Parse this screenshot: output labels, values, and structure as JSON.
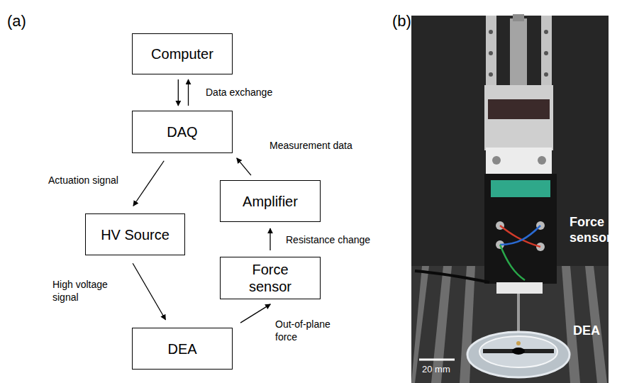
{
  "diagram": {
    "nodes": [
      {
        "text": [
          "Computer"
        ]
      },
      {
        "text": [
          "DAQ"
        ]
      },
      {
        "text": [
          "HV Source"
        ]
      },
      {
        "text": [
          "Amplifier"
        ]
      },
      {
        "text": [
          "Force sensor"
        ]
      },
      {
        "text": [
          "DEA"
        ]
      }
    ],
    "edges": [
      {
        "from": 0,
        "to": 1,
        "arrow": "to"
      },
      {
        "from": 1,
        "to": 0,
        "label": "Data exchange",
        "arrow": "to"
      },
      {
        "from": 1,
        "to": 2,
        "label": "Actuation signal",
        "arrow": "to"
      },
      {
        "from": 2,
        "to": 5,
        "label": "High voltage signal",
        "arrow": "to"
      },
      {
        "from": 5,
        "to": 4,
        "label": "Out-of-plane force",
        "arrow": "to"
      },
      {
        "from": 4,
        "to": 3,
        "label": "Resistance change",
        "arrow": "to"
      },
      {
        "from": 3,
        "to": 1,
        "label": "Measurement data",
        "arrow": "to"
      }
    ],
    "labels": [
      "(a)",
      "(b)",
      "Force sensor",
      "DEA",
      "20 mm"
    ]
  }
}
